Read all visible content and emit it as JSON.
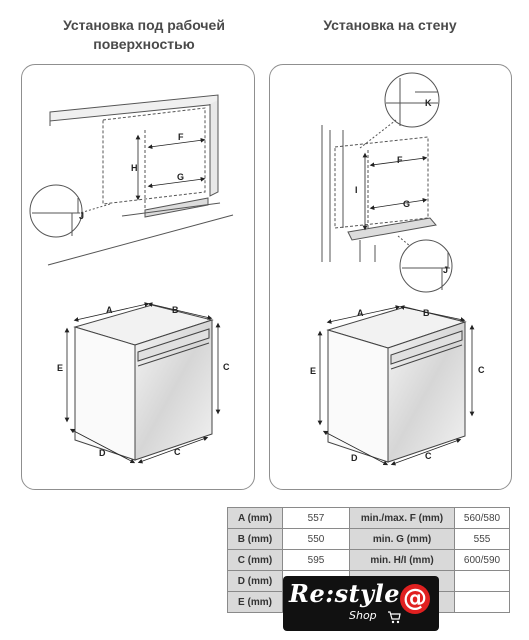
{
  "headings": {
    "left": "Установка под рабочей поверхностью",
    "right": "Установка на стену"
  },
  "labels": {
    "A": "A",
    "B": "B",
    "C": "C",
    "D": "D",
    "E": "E",
    "F": "F",
    "G": "G",
    "H": "H",
    "I": "I",
    "J": "J",
    "K": "K"
  },
  "spec_rows": [
    {
      "label": "A (mm)",
      "value": "557",
      "label2": "min./max. F (mm)",
      "value2": "560/580"
    },
    {
      "label": "B (mm)",
      "value": "550",
      "label2": "min. G (mm)",
      "value2": "555"
    },
    {
      "label": "C (mm)",
      "value": "595",
      "label2": "min. H/I (mm)",
      "value2": "600/590"
    },
    {
      "label": "D (mm)",
      "value": "",
      "label2": "",
      "value2": ""
    },
    {
      "label": "E (mm)",
      "value": "",
      "label2": "",
      "value2": ""
    }
  ],
  "logo": {
    "main": "Re:style",
    "sub": "Shop",
    "at": "@",
    "accent": "#e02020"
  }
}
